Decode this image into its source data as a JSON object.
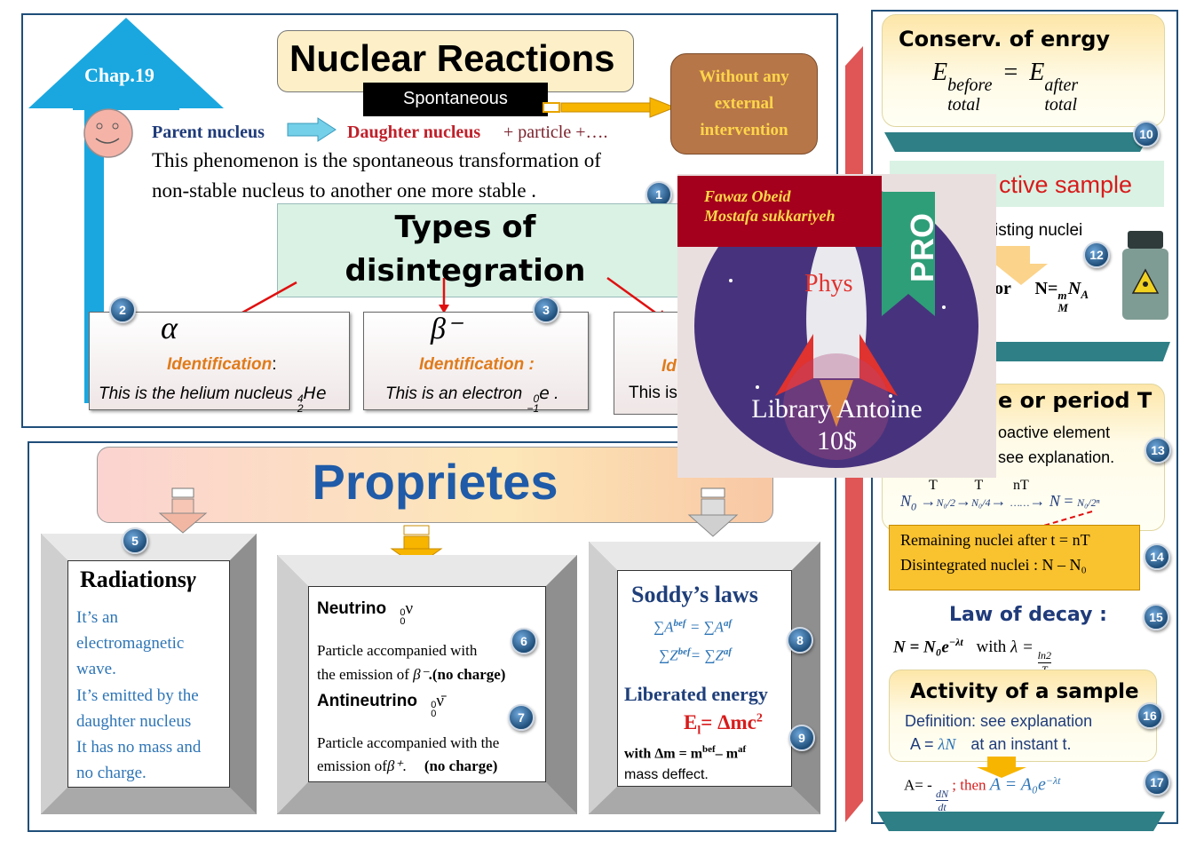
{
  "top_panel": {
    "chapter": "Chap.19",
    "title": "Nuclear Reactions",
    "spontaneous_label": "Spontaneous",
    "external_box": "Without any external intervention",
    "parent": "Parent nucleus",
    "daughter": "Daughter nucleus",
    "plus_particle": "+ particle +….",
    "definition_line1": "This phenomenon is the spontaneous transformation of",
    "definition_line2": "non-stable nucleus to another one more stable .",
    "types_title_1": "Types of",
    "types_title_2": "disintegration",
    "alpha_symbol": "α",
    "beta_symbol": "β⁻",
    "identification": "Identification",
    "alpha_colon": ":",
    "beta_identification": "Identification :",
    "third_identification": "Id",
    "alpha_desc": "This is the helium nucleus",
    "helium_top": "4",
    "helium_bottom": "2",
    "helium_el": "He",
    "beta_desc": "This is an electron",
    "electron_top": "0",
    "electron_bottom": "−1",
    "electron_el": "e",
    "electron_end": ".",
    "third_desc": "This is"
  },
  "overlay": {
    "authors_line1": "Fawaz Obeid",
    "authors_line2": "Mostafa sukkariyeh",
    "app_word": "Phys",
    "pro": "PRO",
    "library": "Library Antoine",
    "price": "10$"
  },
  "props_panel": {
    "title": "Proprietes",
    "radiations_title": "Radiations",
    "gamma": "γ",
    "radiation_lines": [
      "It’s an",
      "electromagnetic",
      "wave.",
      "It’s emitted by the",
      "daughter nucleus",
      "It has no mass and",
      "no charge."
    ],
    "neutrino_label": "Neutrino",
    "neutrino_sym_top": "0",
    "neutrino_sym_bottom": "0",
    "neutrino_sym": "ν",
    "neutrino_desc_1": "Particle accompanied with",
    "neutrino_desc_2a": "the emission of",
    "neutrino_desc_2b": "β⁻",
    "neutrino_desc_2c": ".(no charge)",
    "antineutrino_label": "Antineutrino",
    "antineutrino_sym": "ν̄",
    "antineutrino_desc_1": "Particle accompanied with the",
    "antineutrino_desc_2a": "emission of",
    "antineutrino_desc_2b": "β⁺",
    "antineutrino_desc_2c": ".",
    "antineutrino_desc_2d": "(no charge)",
    "soddy_title": "Soddy’s laws",
    "soddy_line1": "∑A",
    "soddy_bef": "bef",
    "soddy_eq1": "= ∑A",
    "soddy_af": "af",
    "soddy_line2": "∑Z",
    "soddy_eq2": "= ∑Z",
    "liberated_title": "Liberated energy",
    "el_formula_a": "E",
    "el_formula_sub": "l",
    "el_formula_b": "= Δmc",
    "el_formula_sup": "2",
    "delta_m_a": "with Δm = m",
    "delta_m_sup1": "bef",
    "delta_m_b": "– m",
    "delta_m_sup2": "af",
    "mass_deffect": "mass deffect."
  },
  "right_panel": {
    "conserv_title": "Conserv. of enrgy",
    "e_before": "E",
    "before_sup": "before",
    "total_sub": "total",
    "equals": "=",
    "after_sup": "after",
    "active_sample": "ctive sample",
    "existing_nuclei": "isting nuclei",
    "or_text": "or",
    "n_formula": "N=",
    "n_m": "m",
    "n_M": "M",
    "n_NA": "N",
    "n_A": "A",
    "half_life": "e or period T",
    "radioactive_element": "oactive element",
    "see_explanation": "see explanation.",
    "chain_t1": "T",
    "chain_t2": "T",
    "chain_nt": "nT",
    "chain_n0": "N",
    "chain_n0_sub": "0",
    "chain_f1": "N₀/2",
    "chain_f2": "N₀/4",
    "chain_dots": "……",
    "chain_n": "N",
    "chain_eq": "=",
    "chain_final": "N₀/2ⁿ",
    "remaining": "Remaining nuclei after t = nT",
    "disintegrated": "Disintegrated nuclei : N – N₀",
    "law_decay_title": "Law of decay :",
    "law_formula": "N = N₀e",
    "law_exp": "−λt",
    "law_with": "with",
    "law_lambda": "λ =",
    "law_ln2": "ln2",
    "law_T": "T",
    "activity_title": "Activity of a sample",
    "activity_def": "Definition: see explanation",
    "activity_a": "A =",
    "activity_lambda_n": "λN",
    "activity_instant": "at an instant t.",
    "activity_deriv": "A= -",
    "activity_dn": "dN",
    "activity_dt": "dt",
    "activity_then": "; then",
    "activity_final": "A = A₀e",
    "activity_exp": "−λt"
  },
  "badges": [
    "1",
    "2",
    "3",
    "5",
    "6",
    "7",
    "8",
    "9",
    "10",
    "12",
    "13",
    "14",
    "15",
    "16",
    "17"
  ]
}
